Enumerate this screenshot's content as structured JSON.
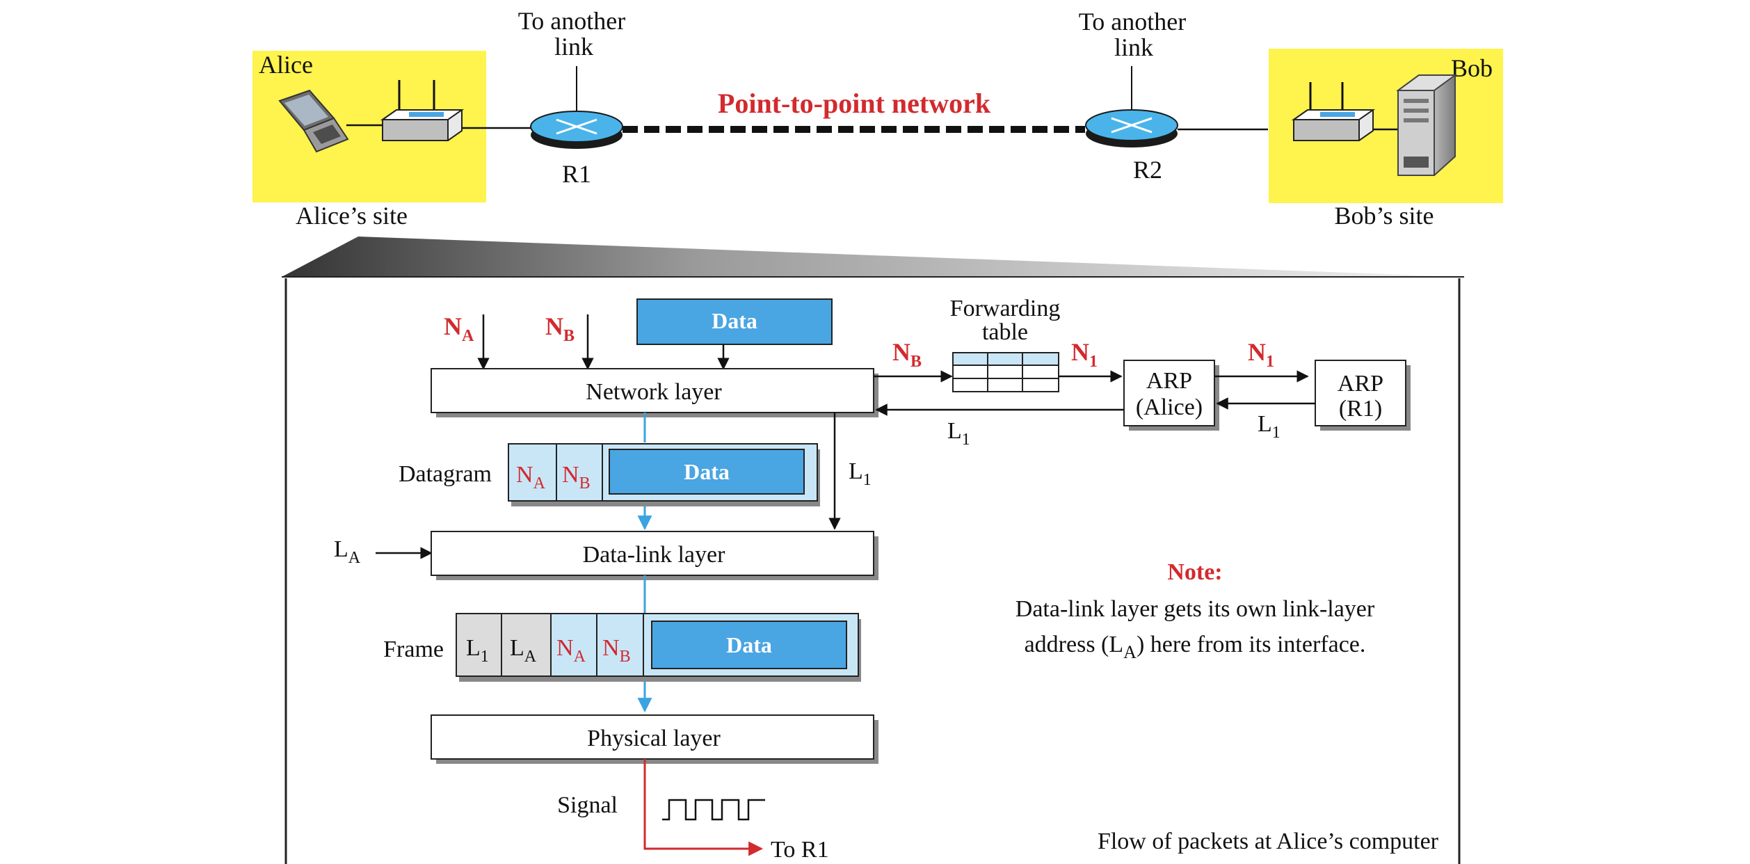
{
  "top": {
    "alice_label": "Alice",
    "alice_site": "Alice’s site",
    "bob_label": "Bob",
    "bob_site": "Bob’s site",
    "to_another_link_left": [
      "To another",
      "link"
    ],
    "to_another_link_right": [
      "To another",
      "link"
    ],
    "network_title": "Point-to-point network",
    "router_left": "R1",
    "router_right": "R2"
  },
  "stack": {
    "network_layer": "Network layer",
    "datalink_layer": "Data-link layer",
    "physical_layer": "Physical layer",
    "data": "Data",
    "datagram": "Datagram",
    "frame": "Frame",
    "signal": "Signal",
    "to_r1": "To R1"
  },
  "addresses": {
    "N": "N",
    "L": "L",
    "A": "A",
    "B": "B",
    "one": "1"
  },
  "arp": {
    "forwarding_table": [
      "Forwarding",
      "table"
    ],
    "arp": "ARP",
    "alice": "(Alice)",
    "r1": "(R1)"
  },
  "note": {
    "title": "Note:",
    "line1": "Data-link layer gets its own link-layer",
    "line2_before": "address (L",
    "line2_sub": "A",
    "line2_after": ") here from its interface."
  },
  "caption": "Flow of packets at Alice’s computer",
  "colors": {
    "site_highlight": "#fff34d",
    "red_label": "#d22a2e",
    "data_blue": "#4aa5e3",
    "header_blue": "#c9e6f7",
    "link_header_grey": "#dcdcdc",
    "arrow_blue": "#3aa3e0",
    "router_blue": "#4ab4ea",
    "signal_red": "#d22a2e"
  }
}
